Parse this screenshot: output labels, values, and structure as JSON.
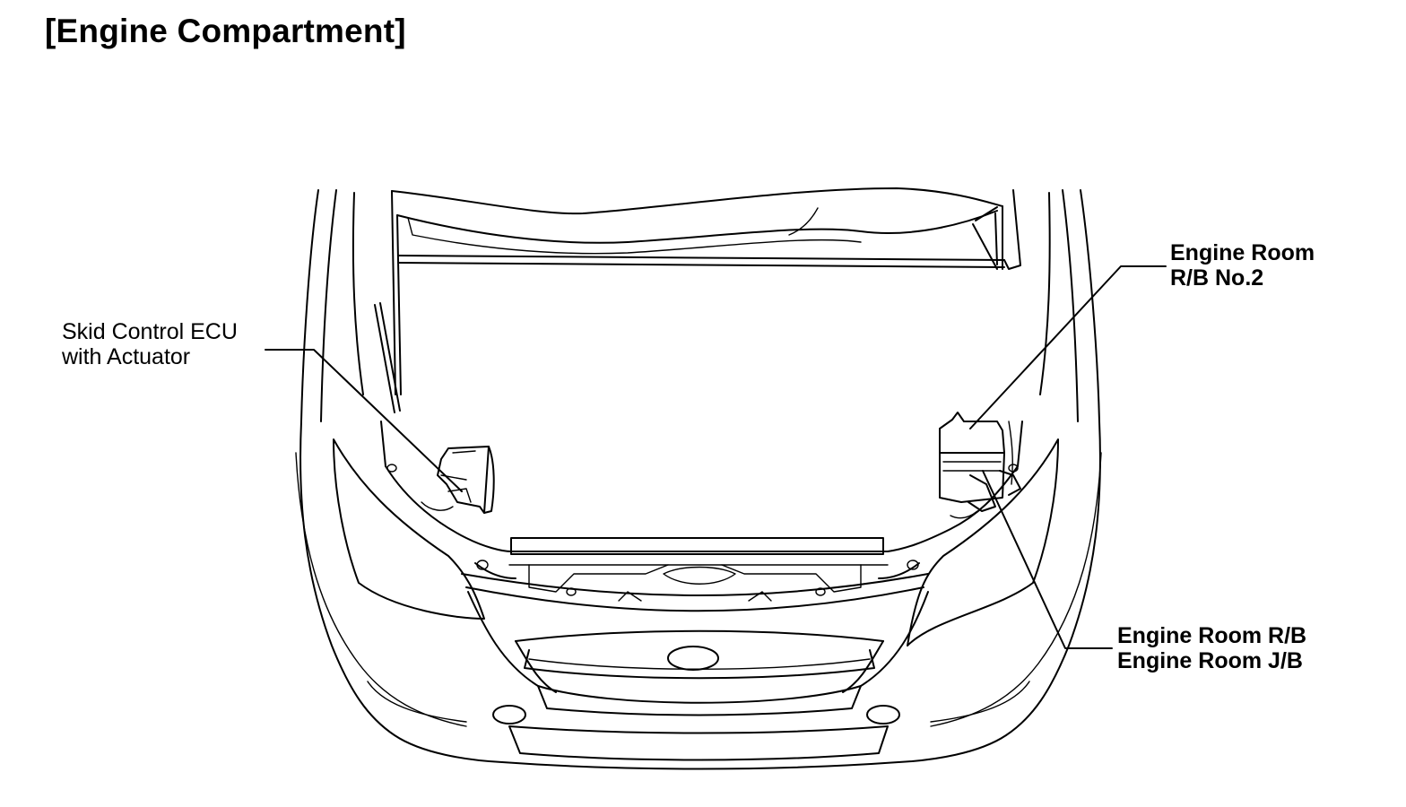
{
  "title": "[Engine Compartment]",
  "callouts": {
    "skid_control": {
      "line1": "Skid Control ECU",
      "line2": "with Actuator"
    },
    "engine_room_rb2": {
      "line1": "Engine Room",
      "line2": "R/B No.2"
    },
    "engine_room_rb_jb": {
      "line1": "Engine Room R/B",
      "line2": "Engine Room J/B"
    }
  },
  "colors": {
    "ink": "#000000",
    "background": "#ffffff"
  }
}
